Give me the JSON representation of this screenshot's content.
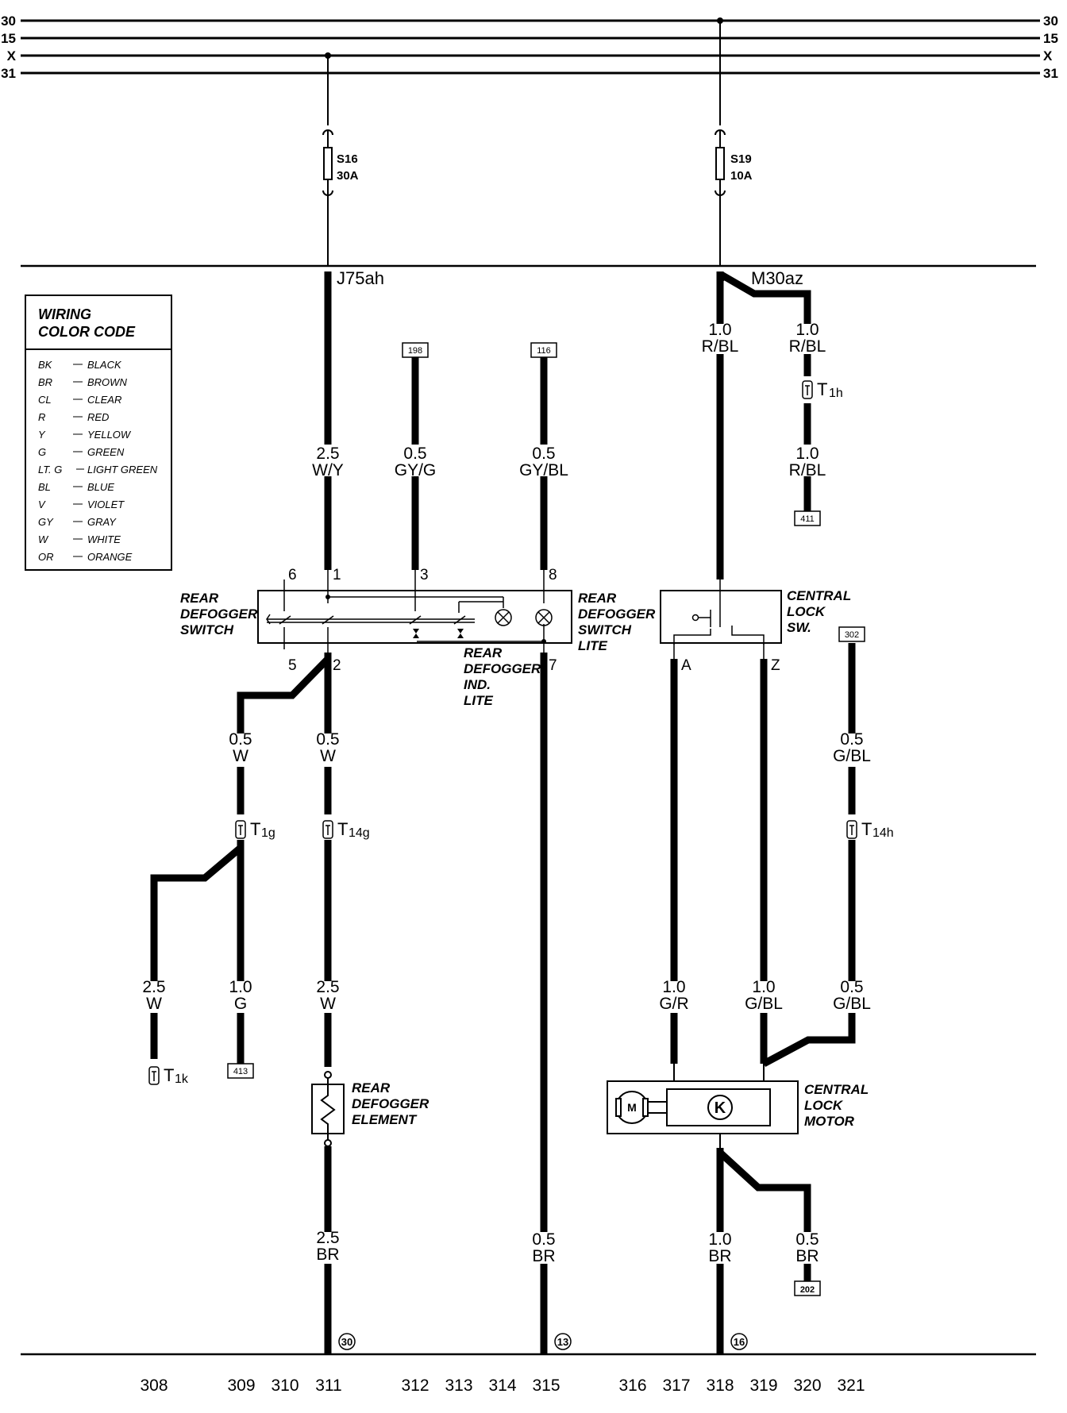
{
  "bus_lines": [
    "30",
    "15",
    "X",
    "31"
  ],
  "fuses": [
    {
      "name": "S16",
      "rating": "30A"
    },
    {
      "name": "S19",
      "rating": "10A"
    }
  ],
  "wire_labels": [
    {
      "gauge": "2.5",
      "color": "W/Y"
    },
    {
      "gauge": "0.5",
      "color": "GY/G"
    },
    {
      "gauge": "0.5",
      "color": "GY/BL"
    },
    {
      "gauge": "1.0",
      "color": "R/BL"
    },
    {
      "gauge": "1.0",
      "color": "R/BL"
    },
    {
      "gauge": "1.0",
      "color": "R/BL"
    },
    {
      "gauge": "0.5",
      "color": "W"
    },
    {
      "gauge": "0.5",
      "color": "W"
    },
    {
      "gauge": "0.5",
      "color": "G/BL"
    },
    {
      "gauge": "2.5",
      "color": "W"
    },
    {
      "gauge": "1.0",
      "color": "G"
    },
    {
      "gauge": "2.5",
      "color": "W"
    },
    {
      "gauge": "1.0",
      "color": "G/R"
    },
    {
      "gauge": "1.0",
      "color": "G/BL"
    },
    {
      "gauge": "0.5",
      "color": "G/BL"
    },
    {
      "gauge": "2.5",
      "color": "BR"
    },
    {
      "gauge": "0.5",
      "color": "BR"
    },
    {
      "gauge": "1.0",
      "color": "BR"
    },
    {
      "gauge": "0.5",
      "color": "BR"
    }
  ],
  "connector_labels": [
    {
      "main": "J75ah",
      "sub": ""
    },
    {
      "main": "M30az",
      "sub": ""
    },
    {
      "main": "T",
      "sub": "1h"
    },
    {
      "main": "T",
      "sub": "1g"
    },
    {
      "main": "T",
      "sub": "14g"
    },
    {
      "main": "T",
      "sub": "14h"
    },
    {
      "main": "T",
      "sub": "1k"
    }
  ],
  "references": [
    "198",
    "116",
    "411",
    "302",
    "413",
    "202"
  ],
  "ground_refs": [
    "30",
    "13",
    "16"
  ],
  "pins": [
    "6",
    "1",
    "3",
    "8",
    "5",
    "2",
    "7",
    "A",
    "Z"
  ],
  "components": {
    "rear_defogger_switch": [
      "REAR",
      "DEFOGGER",
      "SWITCH"
    ],
    "rear_defogger_switch_lite": [
      "REAR",
      "DEFOGGER",
      "SWITCH",
      "LITE"
    ],
    "rear_defogger_ind_lite": [
      "REAR",
      "DEFOGGER",
      "IND.",
      "LITE"
    ],
    "central_lock_sw": [
      "CENTRAL",
      "LOCK",
      "SW."
    ],
    "rear_defogger_element": [
      "REAR",
      "DEFOGGER",
      "ELEMENT"
    ],
    "central_lock_motor": [
      "CENTRAL",
      "LOCK",
      "MOTOR"
    ]
  },
  "legend": {
    "title_lines": [
      "WIRING",
      "COLOR CODE"
    ],
    "rows": [
      {
        "code": "BK",
        "name": "BLACK"
      },
      {
        "code": "BR",
        "name": "BROWN"
      },
      {
        "code": "CL",
        "name": "CLEAR"
      },
      {
        "code": "R",
        "name": "RED"
      },
      {
        "code": "Y",
        "name": "YELLOW"
      },
      {
        "code": "G",
        "name": "GREEN"
      },
      {
        "code": "LT. G",
        "name": "LIGHT GREEN"
      },
      {
        "code": "BL",
        "name": "BLUE"
      },
      {
        "code": "V",
        "name": "VIOLET"
      },
      {
        "code": "GY",
        "name": "GRAY"
      },
      {
        "code": "W",
        "name": "WHITE"
      },
      {
        "code": "OR",
        "name": "ORANGE"
      }
    ]
  },
  "bottom_numbers": [
    "308",
    "309",
    "310",
    "311",
    "312",
    "313",
    "314",
    "315",
    "316",
    "317",
    "318",
    "319",
    "320",
    "321"
  ]
}
